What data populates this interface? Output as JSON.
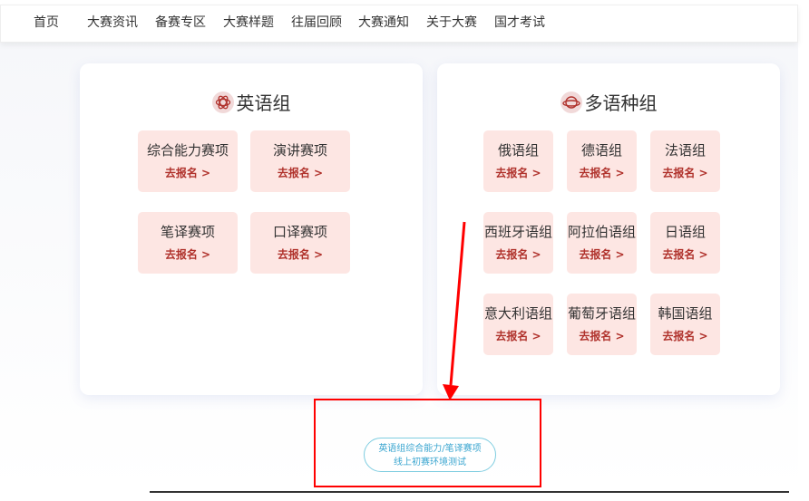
{
  "nav": [
    "首页",
    "大赛资讯",
    "备赛专区",
    "大赛样题",
    "往届回顾",
    "大赛通知",
    "关于大赛",
    "国才考试"
  ],
  "english": {
    "title": "英语组",
    "items": [
      "综合能力赛项",
      "演讲赛项",
      "笔译赛项",
      "口译赛项"
    ]
  },
  "multi": {
    "title": "多语种组",
    "items": [
      "俄语组",
      "德语组",
      "法语组",
      "西班牙语组",
      "阿拉伯语组",
      "日语组",
      "意大利语组",
      "葡萄牙语组",
      "韩国语组"
    ]
  },
  "register_label": "去报名 >",
  "test_button": {
    "line1": "英语组综合能力/笔译赛项",
    "line2": "线上初赛环境测试"
  },
  "colors": {
    "accent": "#b0322c",
    "annotation": "#ff0000",
    "button": "#3ba6d0"
  }
}
